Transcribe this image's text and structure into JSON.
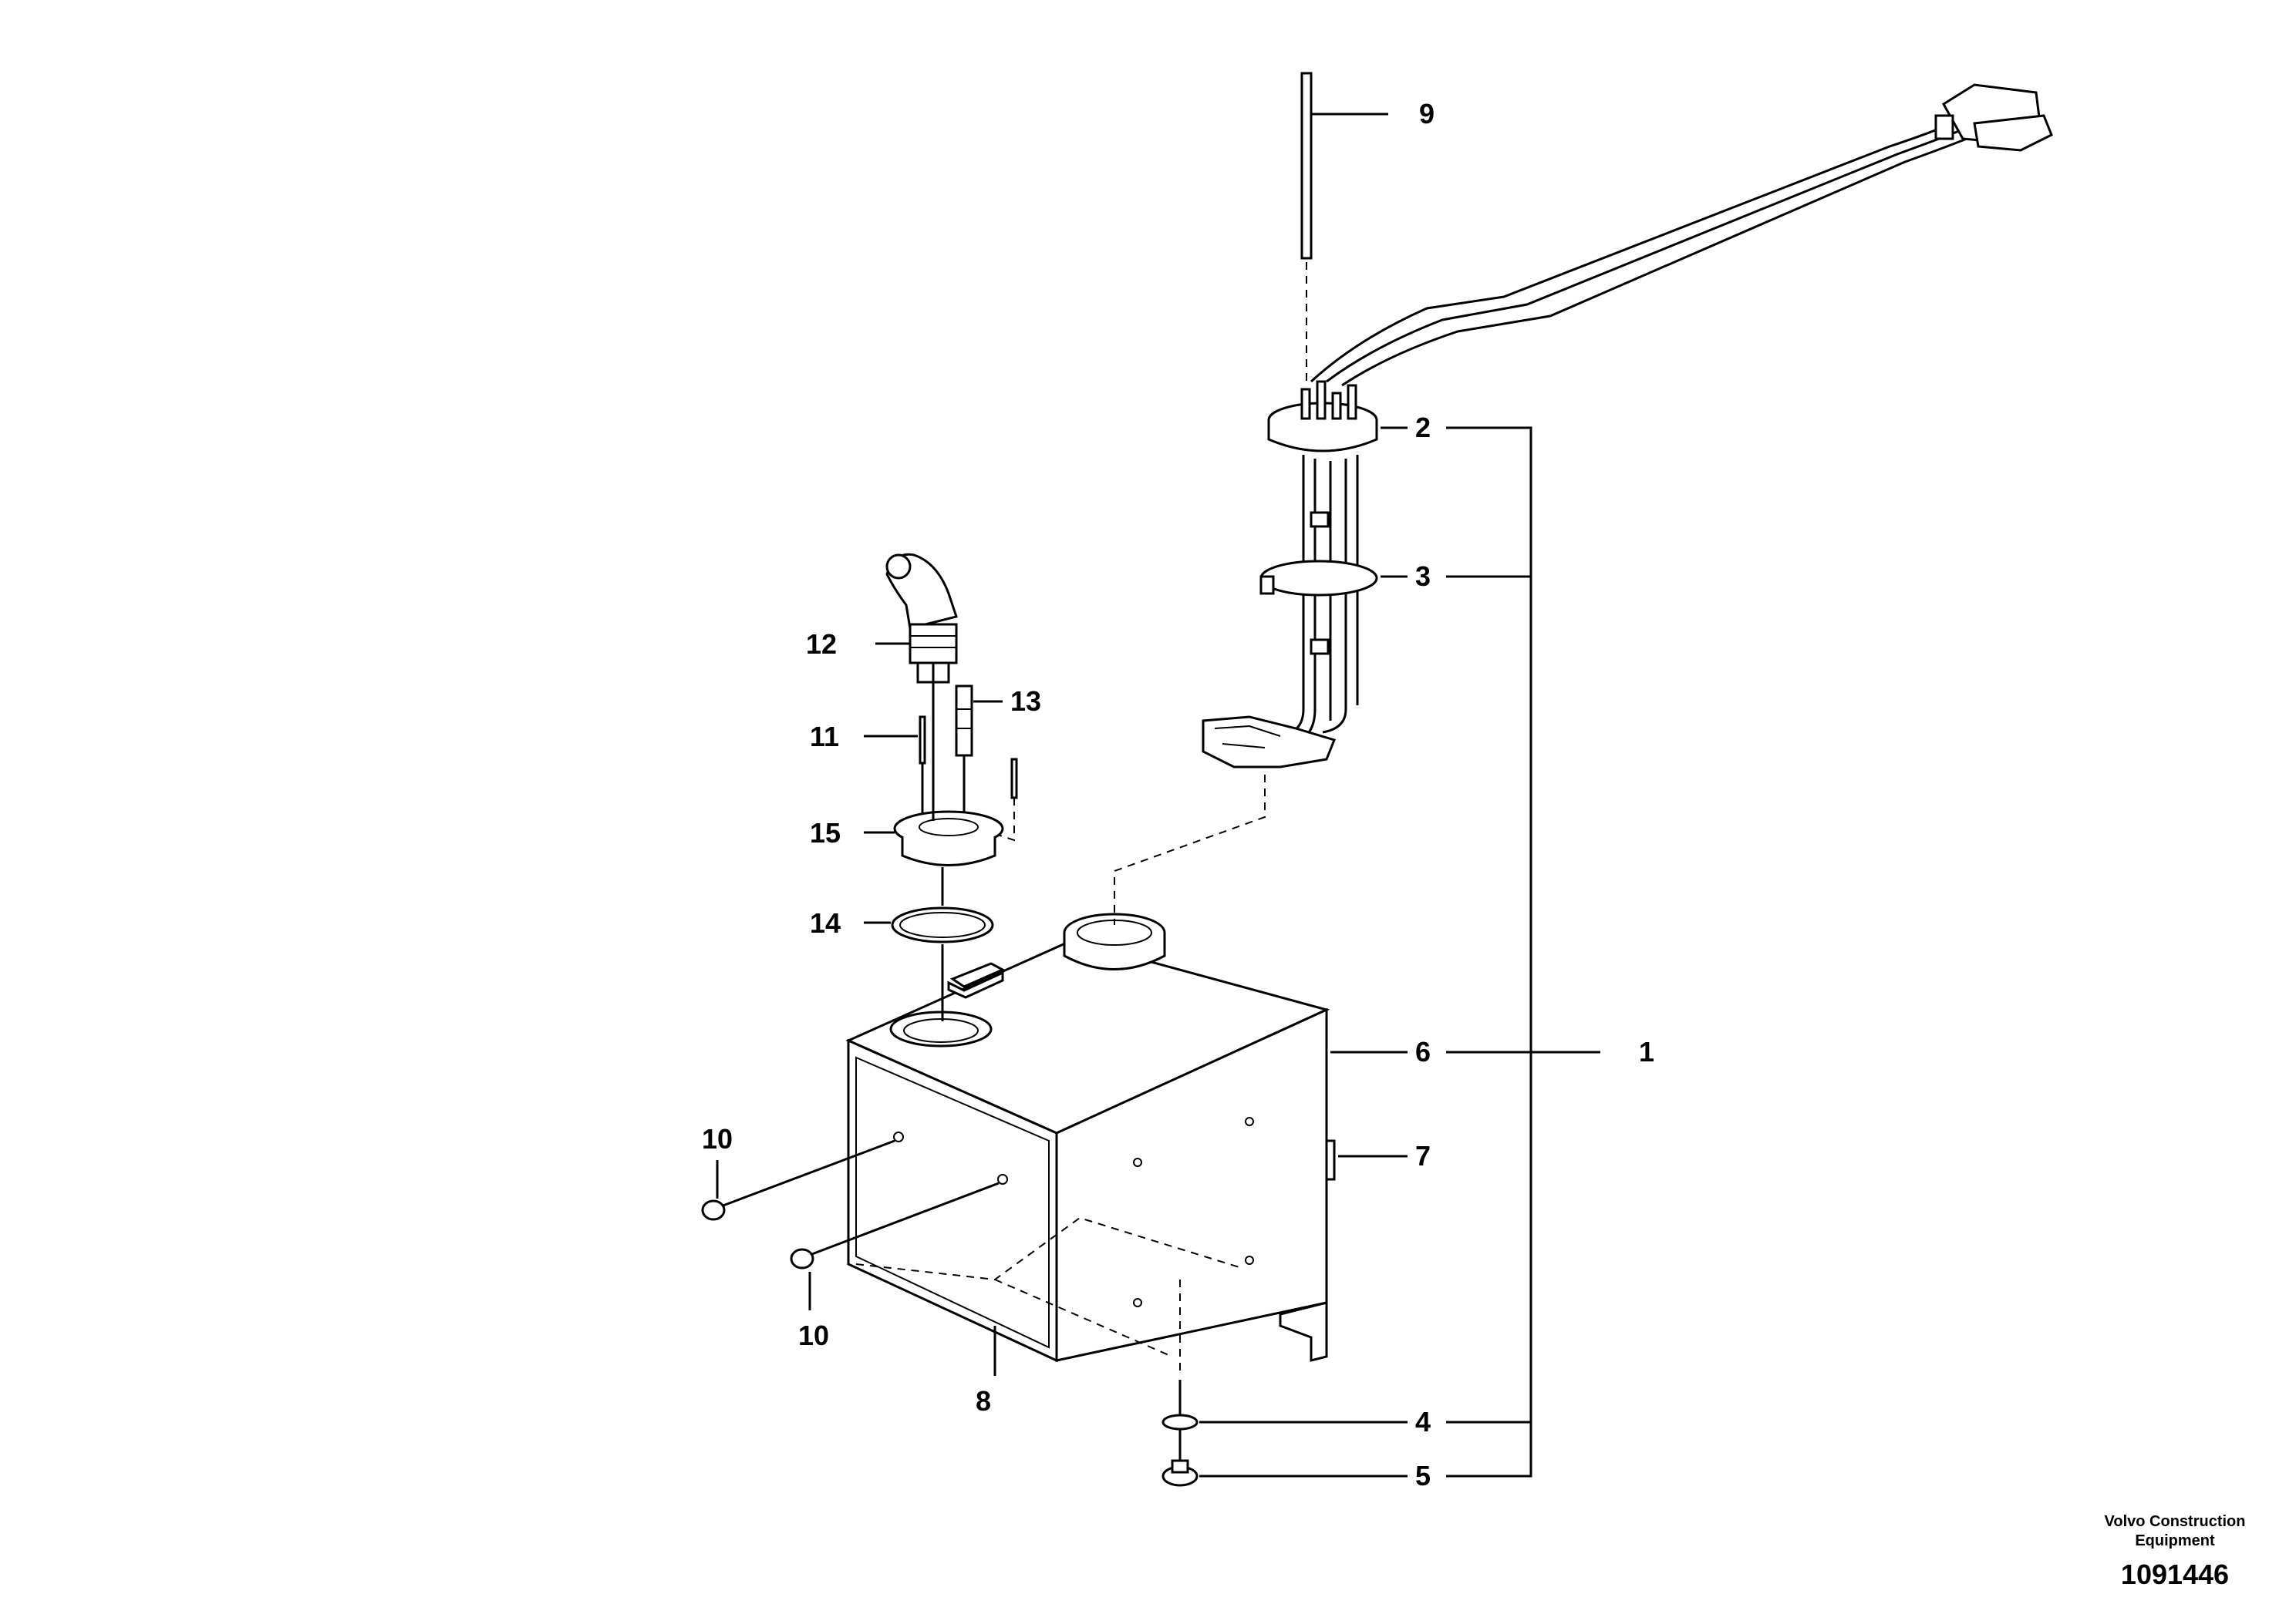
{
  "callouts": {
    "c1": "1",
    "c2": "2",
    "c3": "3",
    "c4": "4",
    "c5": "5",
    "c6": "6",
    "c7": "7",
    "c8": "8",
    "c9": "9",
    "c10a": "10",
    "c10b": "10",
    "c11": "11",
    "c12": "12",
    "c13": "13",
    "c14": "14",
    "c15": "15"
  },
  "footer": {
    "company_line1": "Volvo Construction",
    "company_line2": "Equipment",
    "document_number": "1091446"
  }
}
